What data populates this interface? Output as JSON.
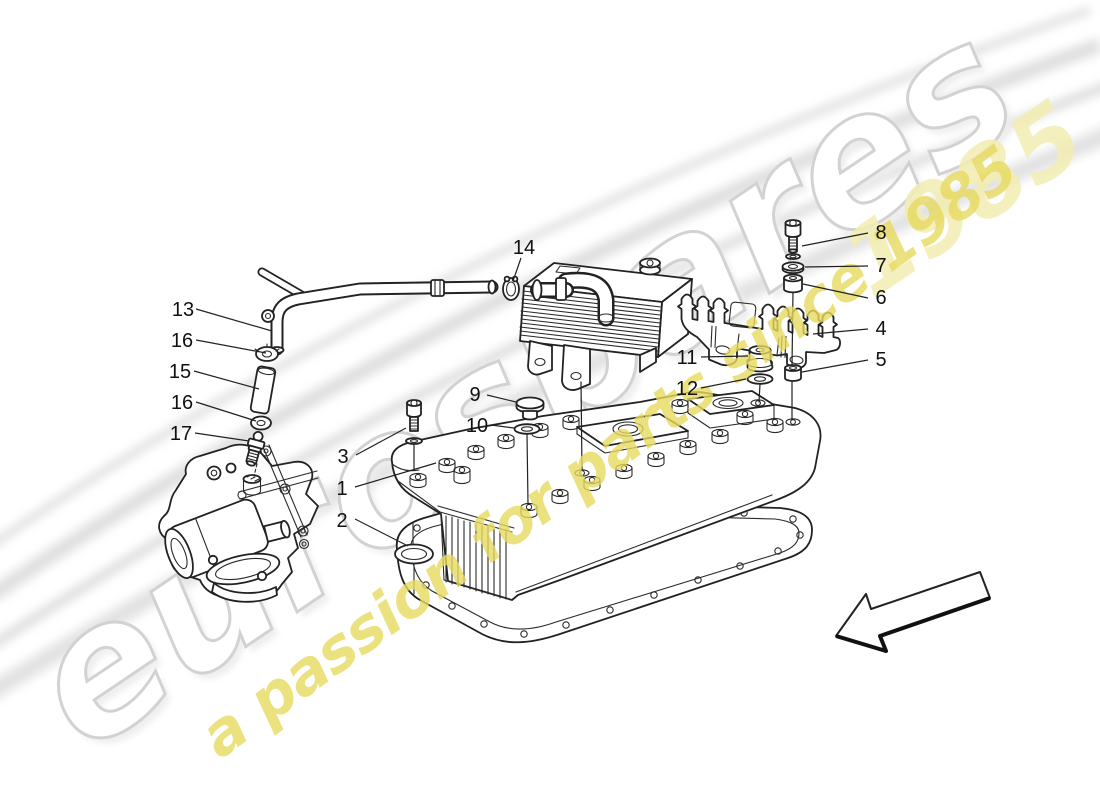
{
  "watermark": {
    "brand": "eurospares",
    "tagline": "a passion for parts since 1985",
    "year_badge": "1985",
    "brand_outline_color": "#d2d2d2",
    "tagline_color": "#e7da5f",
    "year_color": "#f3eeb2"
  },
  "drawing": {
    "line_color": "#222222",
    "swoosh_color": "#d6d6d6"
  },
  "callouts": {
    "c1": "1",
    "c2": "2",
    "c3": "3",
    "c4": "4",
    "c5": "5",
    "c6": "6",
    "c7": "7",
    "c8": "8",
    "c9": "9",
    "c10": "10",
    "c11": "11",
    "c12": "12",
    "c13": "13",
    "c14": "14",
    "c15": "15",
    "c16a": "16",
    "c16b": "16",
    "c17": "17"
  }
}
